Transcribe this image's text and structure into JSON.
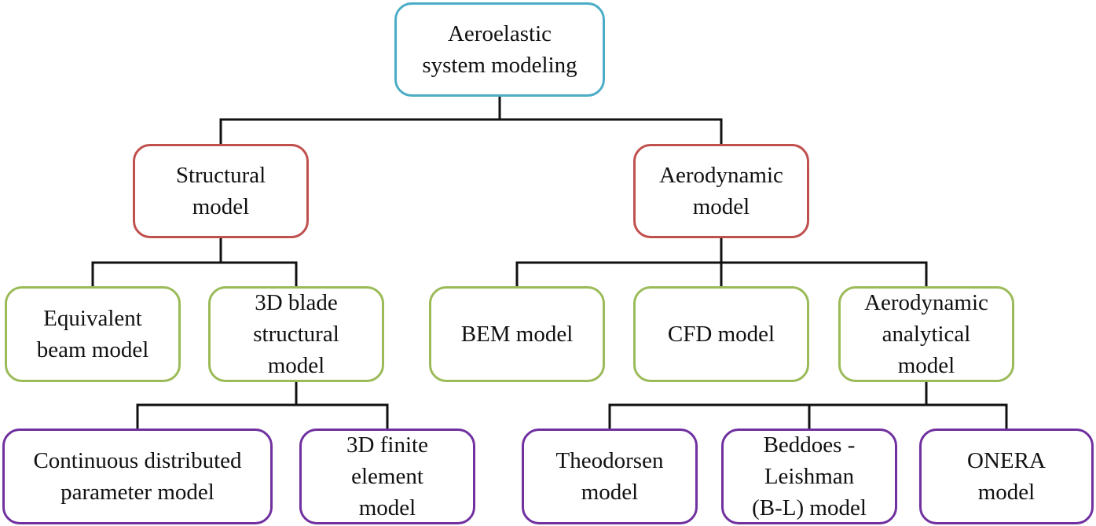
{
  "colors": {
    "root_border": "#4bacc6",
    "model_border": "#c0504d",
    "submodel_border": "#9bbb59",
    "leaf_border": "#7030a0",
    "connector": "#111111"
  },
  "nodes": {
    "root": "Aeroelastic\nsystem modeling",
    "structural": "Structural\nmodel",
    "aerodynamic": "Aerodynamic\nmodel",
    "equivalent_beam": "Equivalent\nbeam model",
    "blade_3d": "3D blade\nstructural\nmodel",
    "bem": "BEM model",
    "cfd": "CFD model",
    "aero_analytical": "Aerodynamic\nanalytical\nmodel",
    "continuous": "Continuous distributed\nparameter model",
    "finite_element_3d": "3D finite\nelement\nmodel",
    "theodorsen": "Theodorsen\nmodel",
    "beddoes_leishman": "Beddoes -\nLeishman\n(B-L) model",
    "onera": "ONERA\nmodel"
  }
}
